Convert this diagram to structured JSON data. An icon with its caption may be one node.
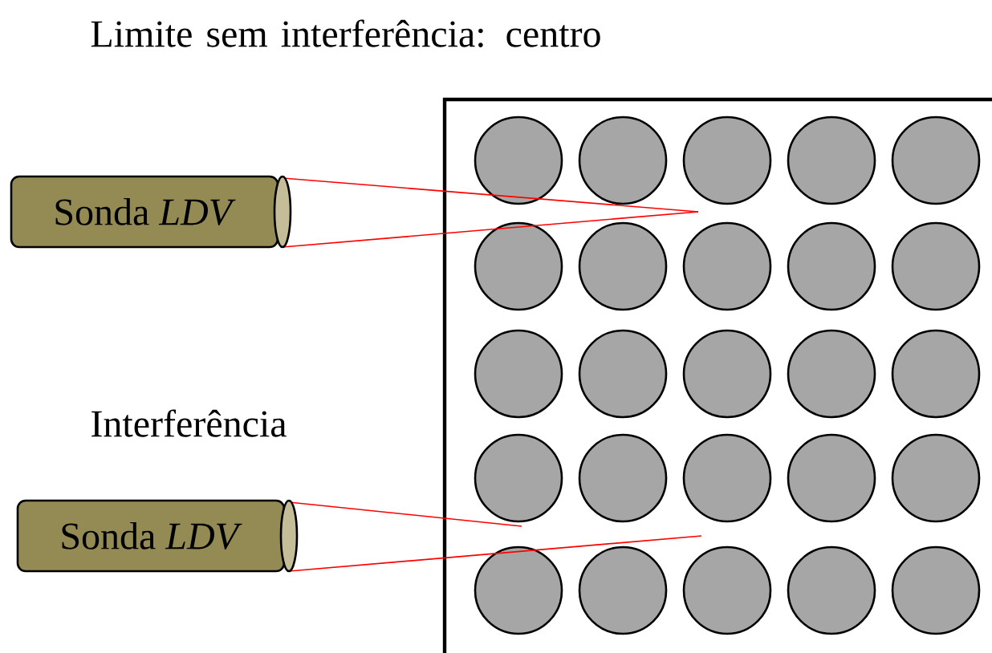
{
  "diagram": {
    "nodes": [
      {
        "text": [
          "Sonda *LDV*"
        ]
      },
      {
        "text": [
          "Sonda *LDV*"
        ]
      }
    ],
    "labels": [
      "Limite sem interferência: centro",
      "Interferência"
    ]
  }
}
